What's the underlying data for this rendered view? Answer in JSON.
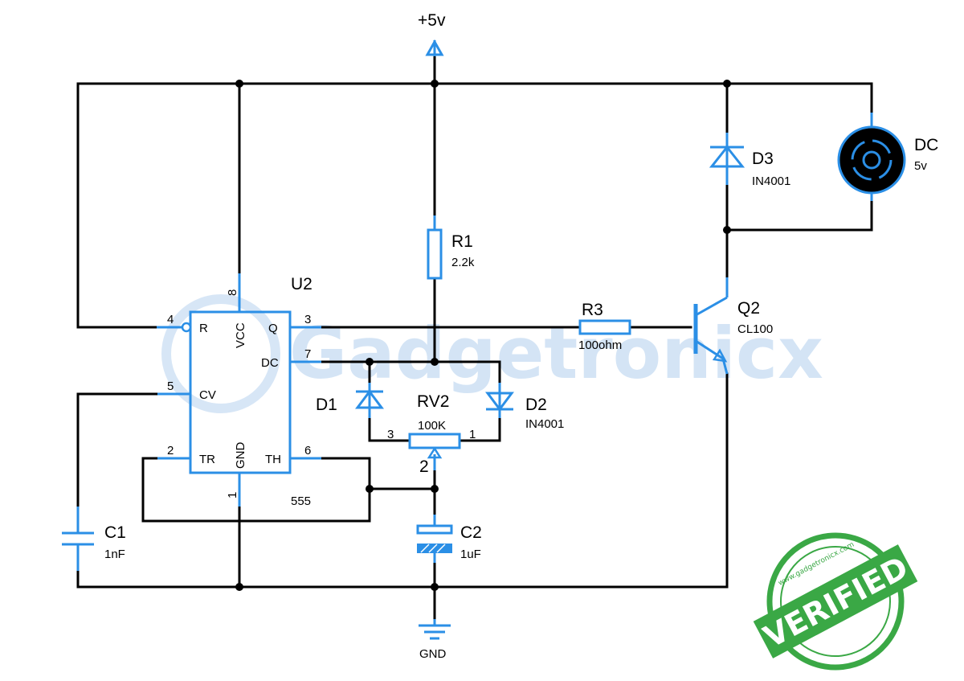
{
  "supply": {
    "label": "+5v"
  },
  "ground": {
    "label": "GND"
  },
  "ic": {
    "ref": "U2",
    "part": "555",
    "pins": {
      "r": "R",
      "vcc": "VCC",
      "q": "Q",
      "dc": "DC",
      "cv": "CV",
      "tr": "TR",
      "gnd": "GND",
      "th": "TH"
    },
    "pin_numbers": {
      "p4": "4",
      "p8": "8",
      "p3": "3",
      "p7": "7",
      "p5": "5",
      "p2": "2",
      "p1": "1",
      "p6": "6"
    }
  },
  "r1": {
    "ref": "R1",
    "value": "2.2k"
  },
  "r3": {
    "ref": "R3",
    "value": "100ohm"
  },
  "rv2": {
    "ref": "RV2",
    "value": "100K",
    "pin3": "3",
    "pin1": "1",
    "pin2": "2"
  },
  "d1": {
    "ref": "D1"
  },
  "d2": {
    "ref": "D2",
    "value": "IN4001"
  },
  "d3": {
    "ref": "D3",
    "value": "IN4001"
  },
  "q2": {
    "ref": "Q2",
    "value": "CL100"
  },
  "c1": {
    "ref": "C1",
    "value": "1nF"
  },
  "c2": {
    "ref": "C2",
    "value": "1uF"
  },
  "motor": {
    "ref": "DC",
    "value": "5v"
  },
  "watermark": {
    "text": "Gadgetronicx"
  },
  "stamp": {
    "text": "VERIFIED",
    "ring_text": "www.gadgetronicx.com"
  },
  "colors": {
    "wire": "#000000",
    "component": "#2b8fe6",
    "stamp": "#3aa845",
    "watermark": "#c6dcf2"
  }
}
